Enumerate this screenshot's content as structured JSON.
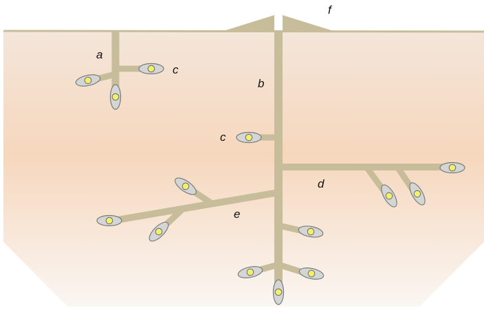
{
  "labels": {
    "a": "a",
    "b": "b",
    "c_left": "c",
    "c_main": "c",
    "d": "d",
    "e": "e",
    "f": "f"
  },
  "colors": {
    "branch": "#c8bd9a",
    "cell_outer": "#d4d6d6",
    "cell_core": "#f3ef6a",
    "outline": "#7a7a7a",
    "soil_top": "#f4e6da",
    "soil_mid": "#f6d7bd",
    "soil_bottom": "#faf6f2"
  }
}
